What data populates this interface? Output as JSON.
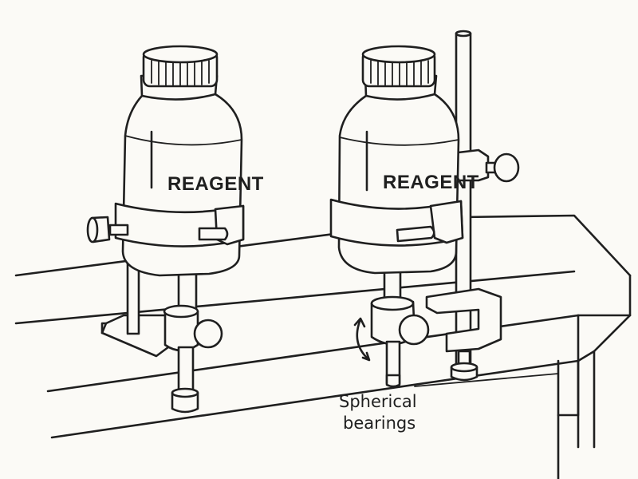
{
  "diagram": {
    "bottle_label": "REAGENT",
    "callout_lines": [
      "Spherical",
      "bearings"
    ]
  },
  "colors": {
    "ink": "#1f1f1f",
    "paper": "#fbfaf6"
  }
}
